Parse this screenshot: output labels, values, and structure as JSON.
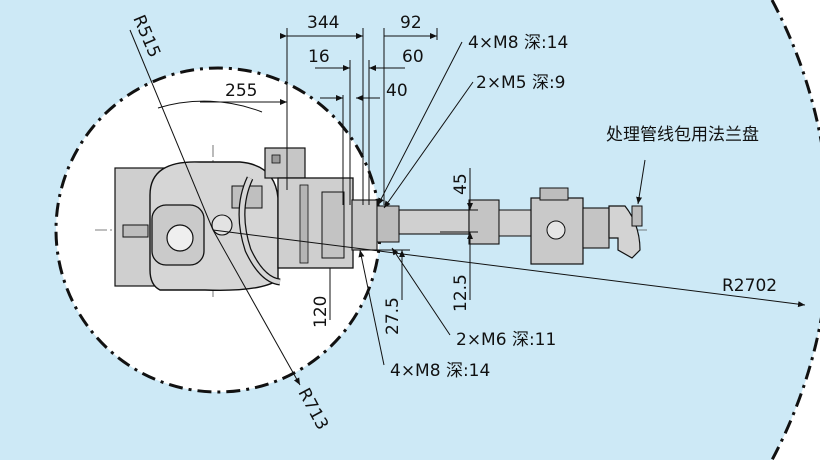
{
  "colors": {
    "workspace_fill": "#cde9f6",
    "inner_fill": "#ffffff",
    "line": "#111111",
    "robot_fill": "#d7d7d7",
    "robot_dark": "#a9a9a9"
  },
  "dimensions": {
    "d344": "344",
    "d92": "92",
    "d16": "16",
    "d60": "60",
    "d40": "40",
    "d255": "255",
    "d45": "45",
    "d12_5": "12.5",
    "d27_5": "27.5",
    "d120": "120"
  },
  "radii": {
    "r515": "R515",
    "r713": "R713",
    "r2702": "R2702"
  },
  "callouts": {
    "m8_top": "4×M8 深:14",
    "m5": "2×M5 深:9",
    "flange": "处理管线包用法兰盘",
    "m6": "2×M6 深:11",
    "m8_bottom": "4×M8 深:14"
  }
}
